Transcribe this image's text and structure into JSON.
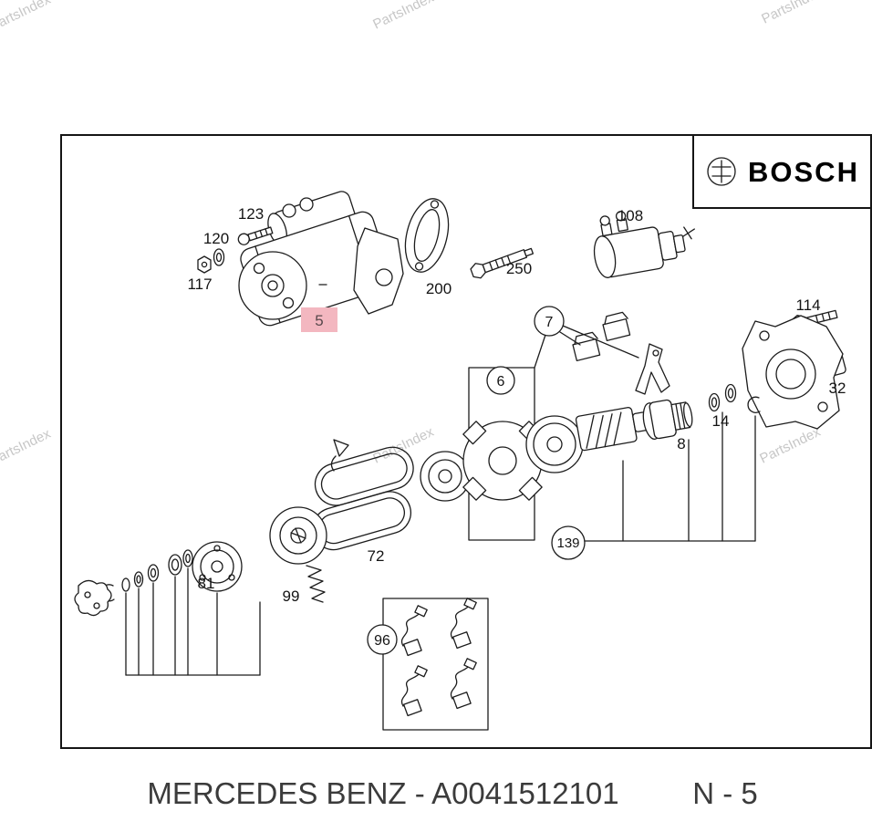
{
  "watermark": {
    "text": "PartsIndex"
  },
  "brand": {
    "logo_label": "BOSCH"
  },
  "diagram": {
    "highlight_color": "#f3b7c0",
    "parts": {
      "p5": "5",
      "p6": "6",
      "p7": "7",
      "p8": "8",
      "p14": "14",
      "p32": "32",
      "p72": "72",
      "p81": "81",
      "p96": "96",
      "p99": "99",
      "p108": "108",
      "p114": "114",
      "p117": "117",
      "p120": "120",
      "p123": "123",
      "p139": "139",
      "p200": "200",
      "p250": "250"
    }
  },
  "footer": {
    "title": "MERCEDES BENZ - A0041512101",
    "page": "N - 5"
  }
}
